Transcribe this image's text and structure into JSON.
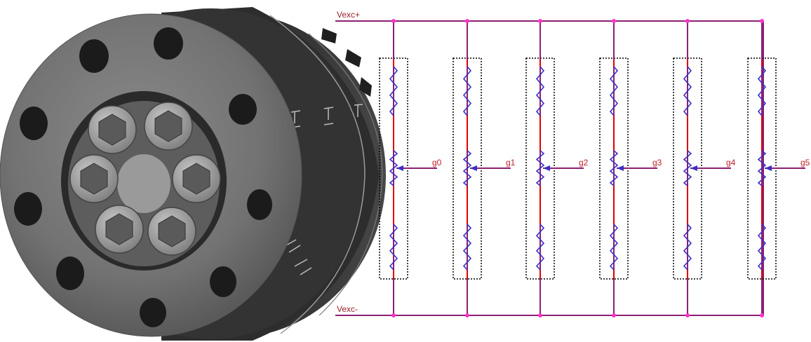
{
  "rails": {
    "top_label": "Vexc+",
    "bottom_label": "Vexc-"
  },
  "outputs": [
    "g0",
    "g1",
    "g2",
    "g3",
    "g4",
    "g5"
  ],
  "colors": {
    "wire": "#8b1f74",
    "node": "#ff33cc",
    "resistor": "#3b2fc4",
    "resistor_lead": "#e00000",
    "bridge_box": "#000000",
    "label": "#c0202a",
    "sensor_body": "#6f6f6f",
    "sensor_dark": "#2e2e2e"
  }
}
